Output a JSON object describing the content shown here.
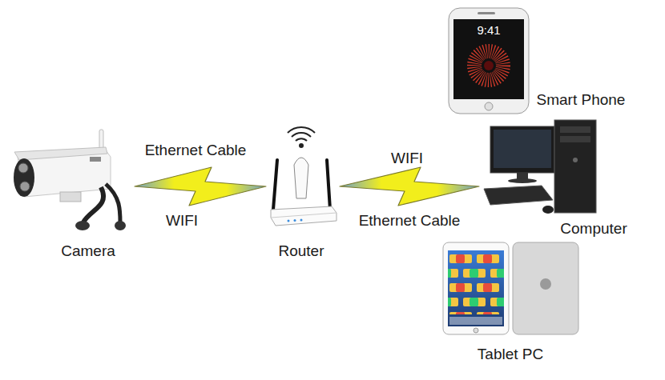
{
  "diagram": {
    "nodes": [
      {
        "text": [
          "Smart Phone"
        ]
      },
      {
        "text": [
          "Camera"
        ]
      },
      {
        "text": [
          "Router"
        ]
      },
      {
        "text": [
          "Computer"
        ]
      },
      {
        "text": [
          "Tablet PC"
        ]
      }
    ],
    "edges": [
      {
        "from": 1,
        "to": 2,
        "arrow": "none"
      },
      {
        "from": 2,
        "to": 3,
        "arrow": "none"
      }
    ],
    "labels": [
      "Ethernet Cable",
      "WIFI",
      "WIFI",
      "Ethernet Cable",
      "9:41"
    ]
  }
}
